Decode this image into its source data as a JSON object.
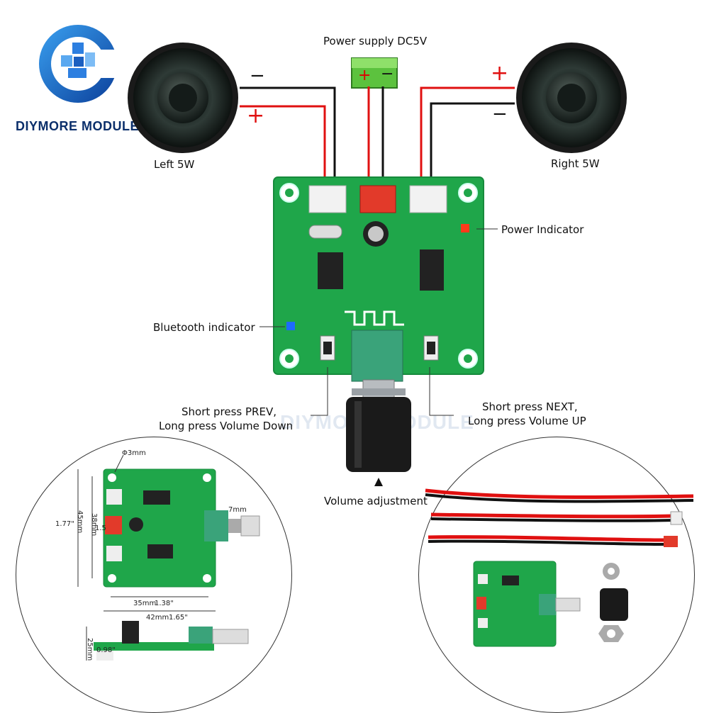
{
  "brand": {
    "name": "DIYMORE MODULE",
    "watermark": "DIYMORE MODULE"
  },
  "labels": {
    "power_supply": "Power supply DC5V",
    "left_speaker": "Left 5W",
    "right_speaker": "Right 5W",
    "power_indicator": "Power Indicator",
    "bluetooth_indicator": "Bluetooth indicator",
    "prev_line1": "Short press PREV,",
    "prev_line2": "Long press Volume Down",
    "next_line1": "Short press NEXT,",
    "next_line2": "Long press Volume UP",
    "volume": "Volume adjustment"
  },
  "polarity": {
    "plus": "+",
    "minus": "−"
  },
  "dimensions": {
    "hole": "Φ3mm",
    "height_in": "1.77\"",
    "height_outer": "45mm",
    "height_inner": "38mm",
    "hole_offset": "1.5",
    "shaft": "7mm",
    "width_inner_mm": "35mm",
    "width_inner_in": "1.38\"",
    "width_outer_mm": "42mm",
    "width_outer_in": "1.65\"",
    "depth_mm": "25mm",
    "depth_in": "0.98\""
  },
  "colors": {
    "pcb": "#1fa64a",
    "wire_red": "#e01010",
    "wire_black": "#111111",
    "brand_blue": "#1b6fd1"
  }
}
